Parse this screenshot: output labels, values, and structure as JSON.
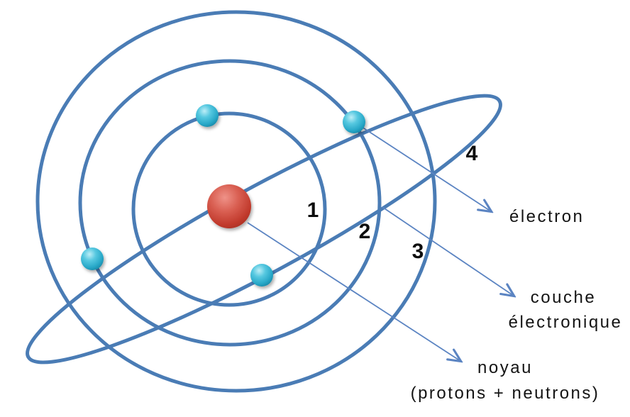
{
  "diagram": {
    "type": "bohr-atom-model",
    "language": "fr",
    "electron_count": 4,
    "shell_count": 4
  },
  "orbit_numbers": {
    "n1": "1",
    "n2": "2",
    "n3": "3",
    "n4": "4"
  },
  "annotations": {
    "electron": {
      "label": "électron"
    },
    "shell": {
      "line1": "couche",
      "line2": "électronique"
    },
    "nucleus": {
      "line1": "noyau",
      "line2": "(protons + neutrons)"
    }
  },
  "colors": {
    "orbit_blue": "#4a7cb5",
    "pointer_arrow_blue": "#5b84c2",
    "electron_cyan": "#2fb9d9",
    "nucleus_red": "#c94a3f",
    "label_text": "#141414",
    "background": "#ffffff"
  }
}
